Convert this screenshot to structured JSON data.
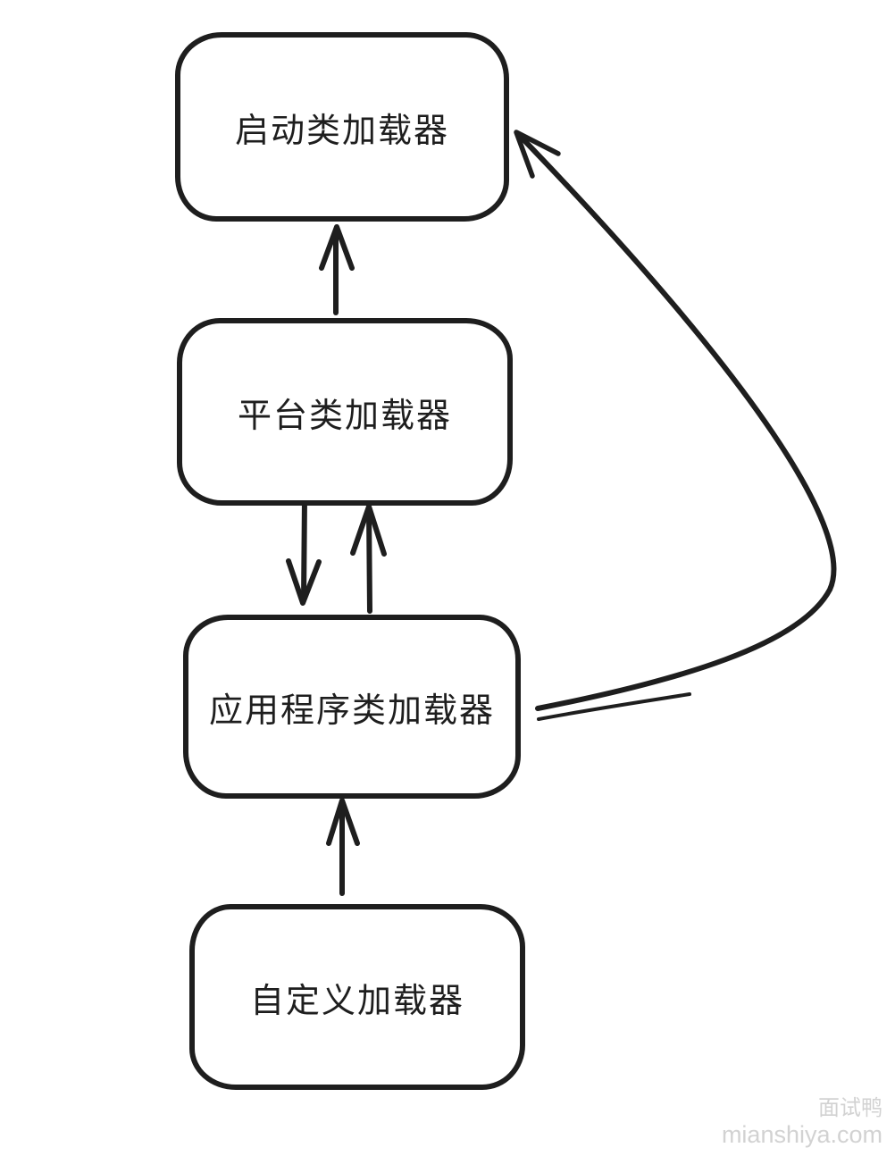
{
  "diagram": {
    "title_hidden": "",
    "boxes": [
      {
        "id": "bootstrap",
        "label": "启动类加载器"
      },
      {
        "id": "platform",
        "label": "平台类加载器"
      },
      {
        "id": "application",
        "label": "应用程序类加载器"
      },
      {
        "id": "custom",
        "label": "自定义加载器"
      }
    ],
    "arrows": [
      {
        "name": "custom-to-application",
        "direction": "up"
      },
      {
        "name": "application-to-platform",
        "direction": "up"
      },
      {
        "name": "platform-to-application",
        "direction": "down"
      },
      {
        "name": "platform-to-bootstrap",
        "direction": "up"
      },
      {
        "name": "application-to-bootstrap",
        "direction": "curved-up"
      }
    ],
    "colors": {
      "stroke": "#1e1e1e",
      "text": "#1e1e1e",
      "background": "#ffffff",
      "watermark": "#d2d2d2"
    }
  },
  "watermark": {
    "line1": "面试鸭",
    "line2": "mianshiya.com"
  }
}
